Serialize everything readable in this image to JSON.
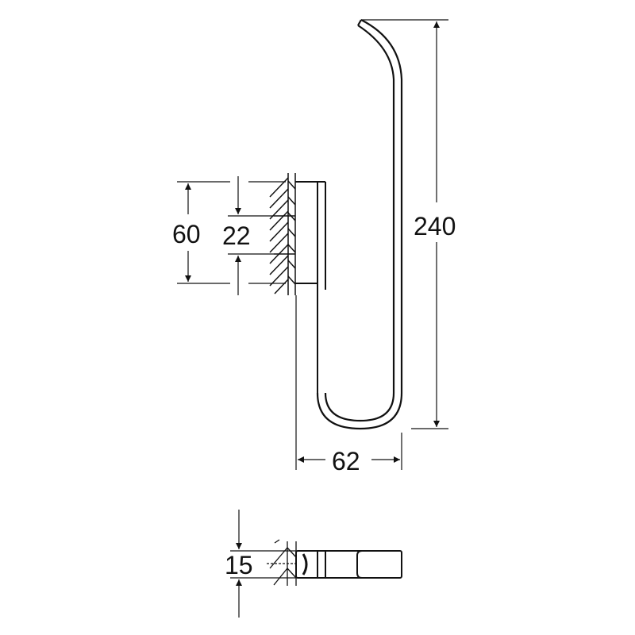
{
  "diagram": {
    "type": "technical-dimension-drawing",
    "subject": "wall-mounted double hook / holder (side and top views)",
    "line_color": "#111111",
    "background": "#ffffff",
    "units": "mm"
  },
  "dimensions": {
    "height_total": "240",
    "mount_plate_height": "60",
    "screw_spacing": "22",
    "projection": "62",
    "depth_top_view": "15"
  }
}
